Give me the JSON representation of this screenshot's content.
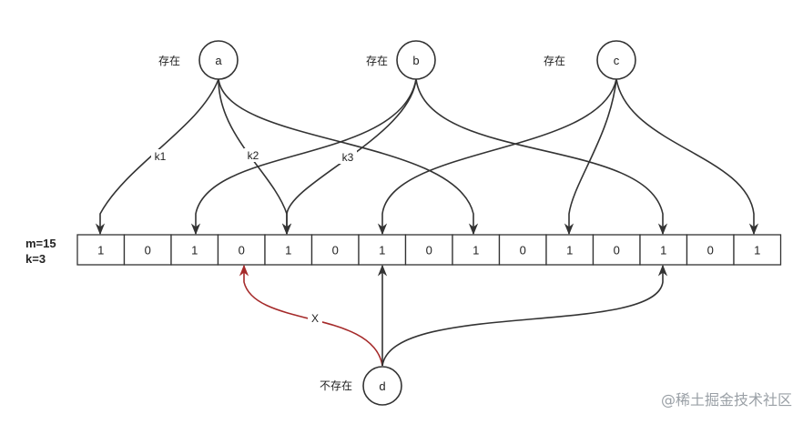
{
  "params": {
    "m": "m=15",
    "k": "k=3"
  },
  "bits": [
    "1",
    "0",
    "1",
    "0",
    "1",
    "0",
    "1",
    "0",
    "1",
    "0",
    "1",
    "0",
    "1",
    "0",
    "1"
  ],
  "nodes": {
    "a": {
      "label": "a",
      "status": "存在"
    },
    "b": {
      "label": "b",
      "status": "存在"
    },
    "c": {
      "label": "c",
      "status": "存在"
    },
    "d": {
      "label": "d",
      "status": "不存在"
    }
  },
  "hash_labels": {
    "k1": "k1",
    "k2": "k2",
    "k3": "k3"
  },
  "query_mark": "X",
  "colors": {
    "line": "#333333",
    "miss": "#a52a2a",
    "watermark": "#9aa0a6"
  },
  "watermark": "@稀土掘金技术社区"
}
